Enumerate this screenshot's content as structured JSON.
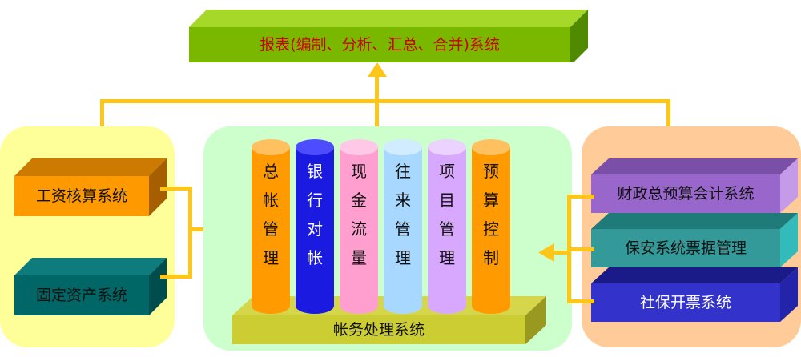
{
  "top_box": {
    "label": "报表(编制、分析、汇总、合并)系统"
  },
  "left_panel": {
    "items": [
      "工资核算系统",
      "固定资产系统"
    ]
  },
  "right_panel": {
    "items": [
      "财政总预算会计系统",
      "保安系统票据管理",
      "社保开票系统"
    ]
  },
  "center_panel": {
    "base_label": "帐务处理系统",
    "columns": [
      {
        "chars": [
          "总",
          "帐",
          "管",
          "理"
        ],
        "color": "#ff9a00"
      },
      {
        "chars": [
          "银",
          "行",
          "对",
          "帐"
        ],
        "color": "#1a1ae0"
      },
      {
        "chars": [
          "现",
          "金",
          "流",
          "量"
        ],
        "color": "#ff9fcf"
      },
      {
        "chars": [
          "往",
          "来",
          "管",
          "理"
        ],
        "color": "#a8d8ff"
      },
      {
        "chars": [
          "项",
          "目",
          "管",
          "理"
        ],
        "color": "#d8a8ff"
      },
      {
        "chars": [
          "预",
          "算",
          "控",
          "制"
        ],
        "color": "#ff9a00"
      }
    ]
  },
  "colors": {
    "top_box": "#7ab800",
    "left_panel_bg": "#ffff99",
    "center_panel_bg": "#ccffcc",
    "right_panel_bg": "#ffcc99",
    "connector": "#ffc61a",
    "base_slab": "#cccc33",
    "box_orange": "#ff9900",
    "box_teal": "#006666",
    "box_purple": "#9966cc",
    "box_teal_light": "#339999",
    "box_blue": "#3333cc"
  }
}
